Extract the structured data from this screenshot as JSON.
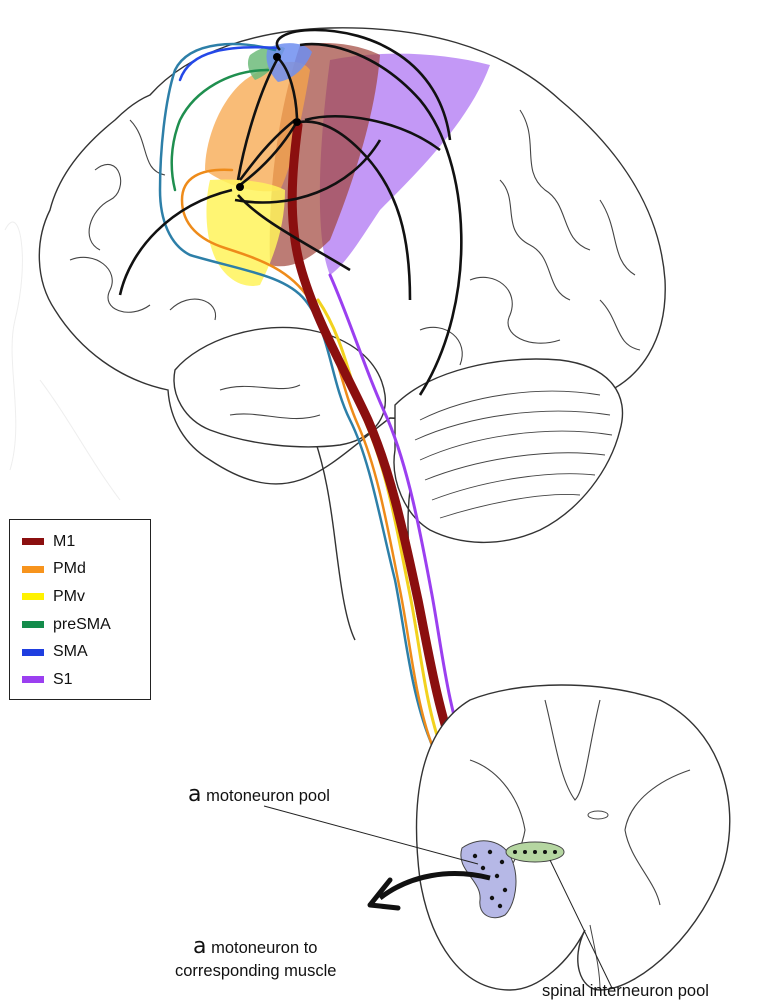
{
  "legend": {
    "items": [
      {
        "label": "M1",
        "color": "#8b0f0f"
      },
      {
        "label": "PMd",
        "color": "#f7941d"
      },
      {
        "label": "PMv",
        "color": "#fff200"
      },
      {
        "label": "preSMA",
        "color": "#138c4b"
      },
      {
        "label": "SMA",
        "color": "#1f3ee0"
      },
      {
        "label": "S1",
        "color": "#9b3ff0"
      }
    ]
  },
  "annotations": {
    "motoneuron_pool": {
      "symbol": "a",
      "text": "motoneuron pool"
    },
    "motoneuron_muscle": {
      "symbol": "a",
      "line1": "motoneuron to",
      "line2": "corresponding muscle"
    },
    "interneuron_pool": {
      "text": "spinal interneuron pool"
    }
  }
}
